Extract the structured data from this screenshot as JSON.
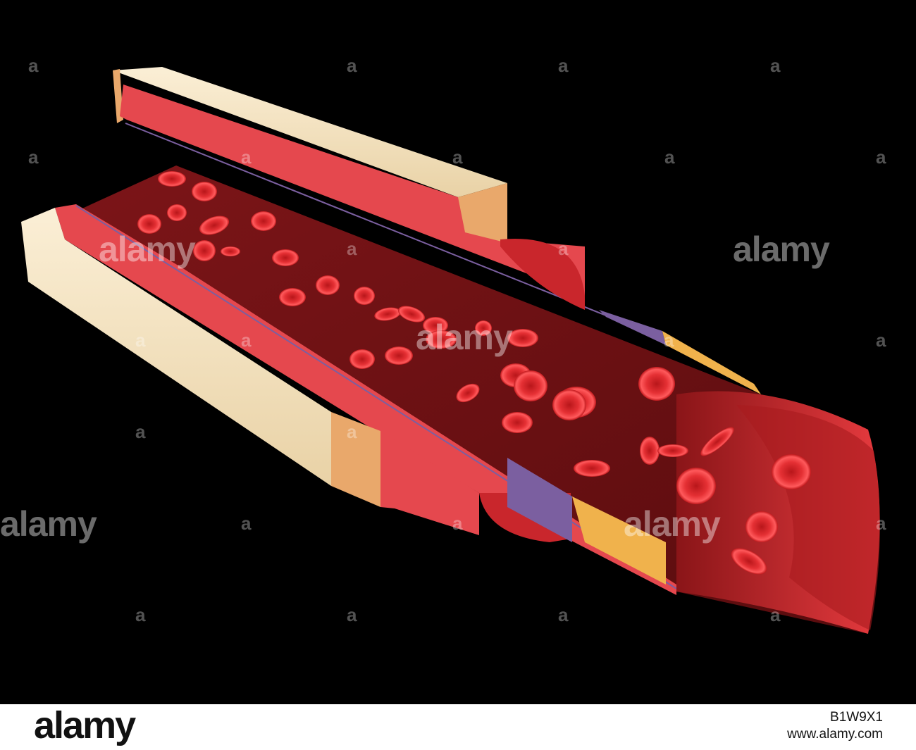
{
  "watermark": {
    "text": "alamy",
    "letter": "a"
  },
  "footer": {
    "logo": "alamy",
    "image_id": "B1W9X1",
    "url": "www.alamy.com"
  },
  "colors": {
    "background": "#000000",
    "adventitia": "#f3dfb8",
    "adventitia_cut": "#e9a86b",
    "media": "#e5484e",
    "media_dark": "#c9262c",
    "lumen": "#6b1214",
    "elastic_band": "#7b5fa0",
    "yellow_band": "#f0b24c",
    "blood_cell": "#e52a2e",
    "footer_bg": "#ffffff"
  }
}
